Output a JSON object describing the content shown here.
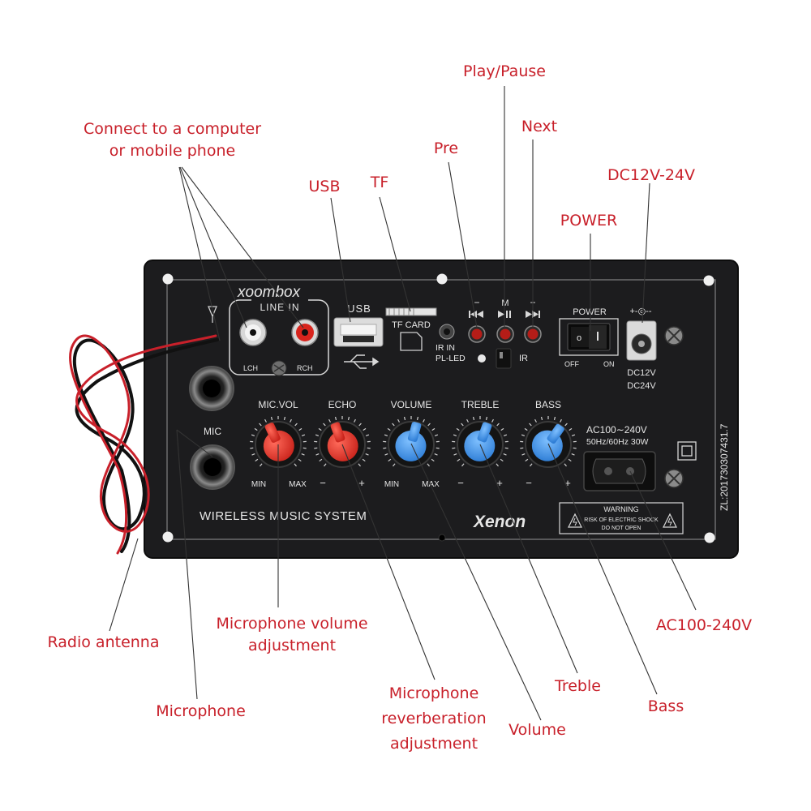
{
  "callouts": {
    "line_in": [
      "Connect to a computer",
      "or mobile phone"
    ],
    "play_pause": "Play/Pause",
    "next": "Next",
    "pre": "Pre",
    "usb": "USB",
    "tf": "TF",
    "dc": "DC12V-24V",
    "power": "POWER",
    "radio_antenna": "Radio antenna",
    "microphone": "Microphone",
    "mic_volume": [
      "Microphone volume",
      "adjustment"
    ],
    "mic_reverb": [
      "Microphone",
      "reverberation",
      "adjustment"
    ],
    "volume": "Volume",
    "treble": "Treble",
    "bass": "Bass",
    "ac": "AC100-240V"
  },
  "panel": {
    "brand": "xoombox",
    "line_in": "LINE IN",
    "lch": "LCH",
    "rch": "RCH",
    "usb": "USB",
    "tf_card": "TF CARD",
    "ir_in": "IR IN",
    "pl_led": "PL-LED",
    "ir": "IR",
    "btn_minus": "−",
    "btn_m": "M",
    "btn_plus": "+",
    "power": "POWER",
    "off": "OFF",
    "on": "ON",
    "dc_polarity": "+-◎--",
    "dc12": "DC12V",
    "dc24": "DC24V",
    "mic": "MIC",
    "knobs": [
      "MIC.VOL",
      "ECHO",
      "VOLUME",
      "TREBLE",
      "BASS"
    ],
    "knob_min": "MIN",
    "knob_max": "MAX",
    "knob_minus": "−",
    "knob_plus": "+",
    "ac_rating": "AC100∼240V",
    "ac_freq": "50Hz/60Hz 30W",
    "warning_title": "WARNING",
    "warning_line1": "RISK OF ELECTRIC SHOCK",
    "warning_line2": "DO NOT OPEN",
    "serial": "ZL:201730307431.7",
    "system": "WIRELESS MUSIC SYSTEM",
    "maker": "Xenon"
  },
  "colors": {
    "callout": "#c8202a",
    "board": "#1c1c1e",
    "knob_red": "#e8392e",
    "knob_blue": "#3f8fe0"
  }
}
